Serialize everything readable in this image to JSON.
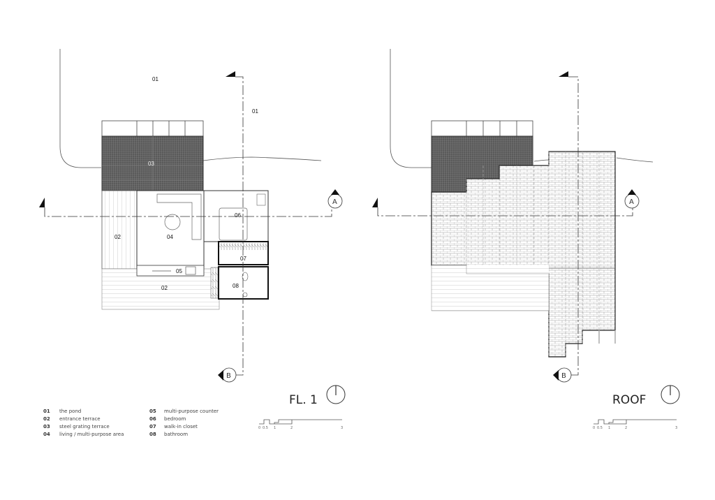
{
  "drawings": [
    {
      "id": "fl1",
      "title": "FL. 1",
      "room_labels": {
        "pond_a": "01",
        "pond_b": "01",
        "steel_terrace": "03",
        "entrance_side": "02",
        "living": "04",
        "bedroom": "06",
        "counter": "05",
        "closet": "07",
        "entrance_front": "02",
        "bathroom": "08"
      }
    },
    {
      "id": "roof",
      "title": "ROOF"
    }
  ],
  "section_markers": {
    "a": "A",
    "b": "B"
  },
  "legend": [
    {
      "num": "01",
      "label": "the pond"
    },
    {
      "num": "02",
      "label": "entrance terrace"
    },
    {
      "num": "03",
      "label": "steel grating terrace"
    },
    {
      "num": "04",
      "label": "living / multi-purpose area"
    },
    {
      "num": "05",
      "label": "multi-purpose counter"
    },
    {
      "num": "06",
      "label": "bedroom"
    },
    {
      "num": "07",
      "label": "walk-in closet"
    },
    {
      "num": "08",
      "label": "bathroom"
    }
  ],
  "scale_bar": {
    "ticks": [
      "0",
      "0.5",
      "1",
      "2",
      "3"
    ]
  },
  "colors": {
    "line": "#222222",
    "grating": "#555555",
    "roof_hatch": "#9a9a9a",
    "deck": "#8a8a8a"
  }
}
